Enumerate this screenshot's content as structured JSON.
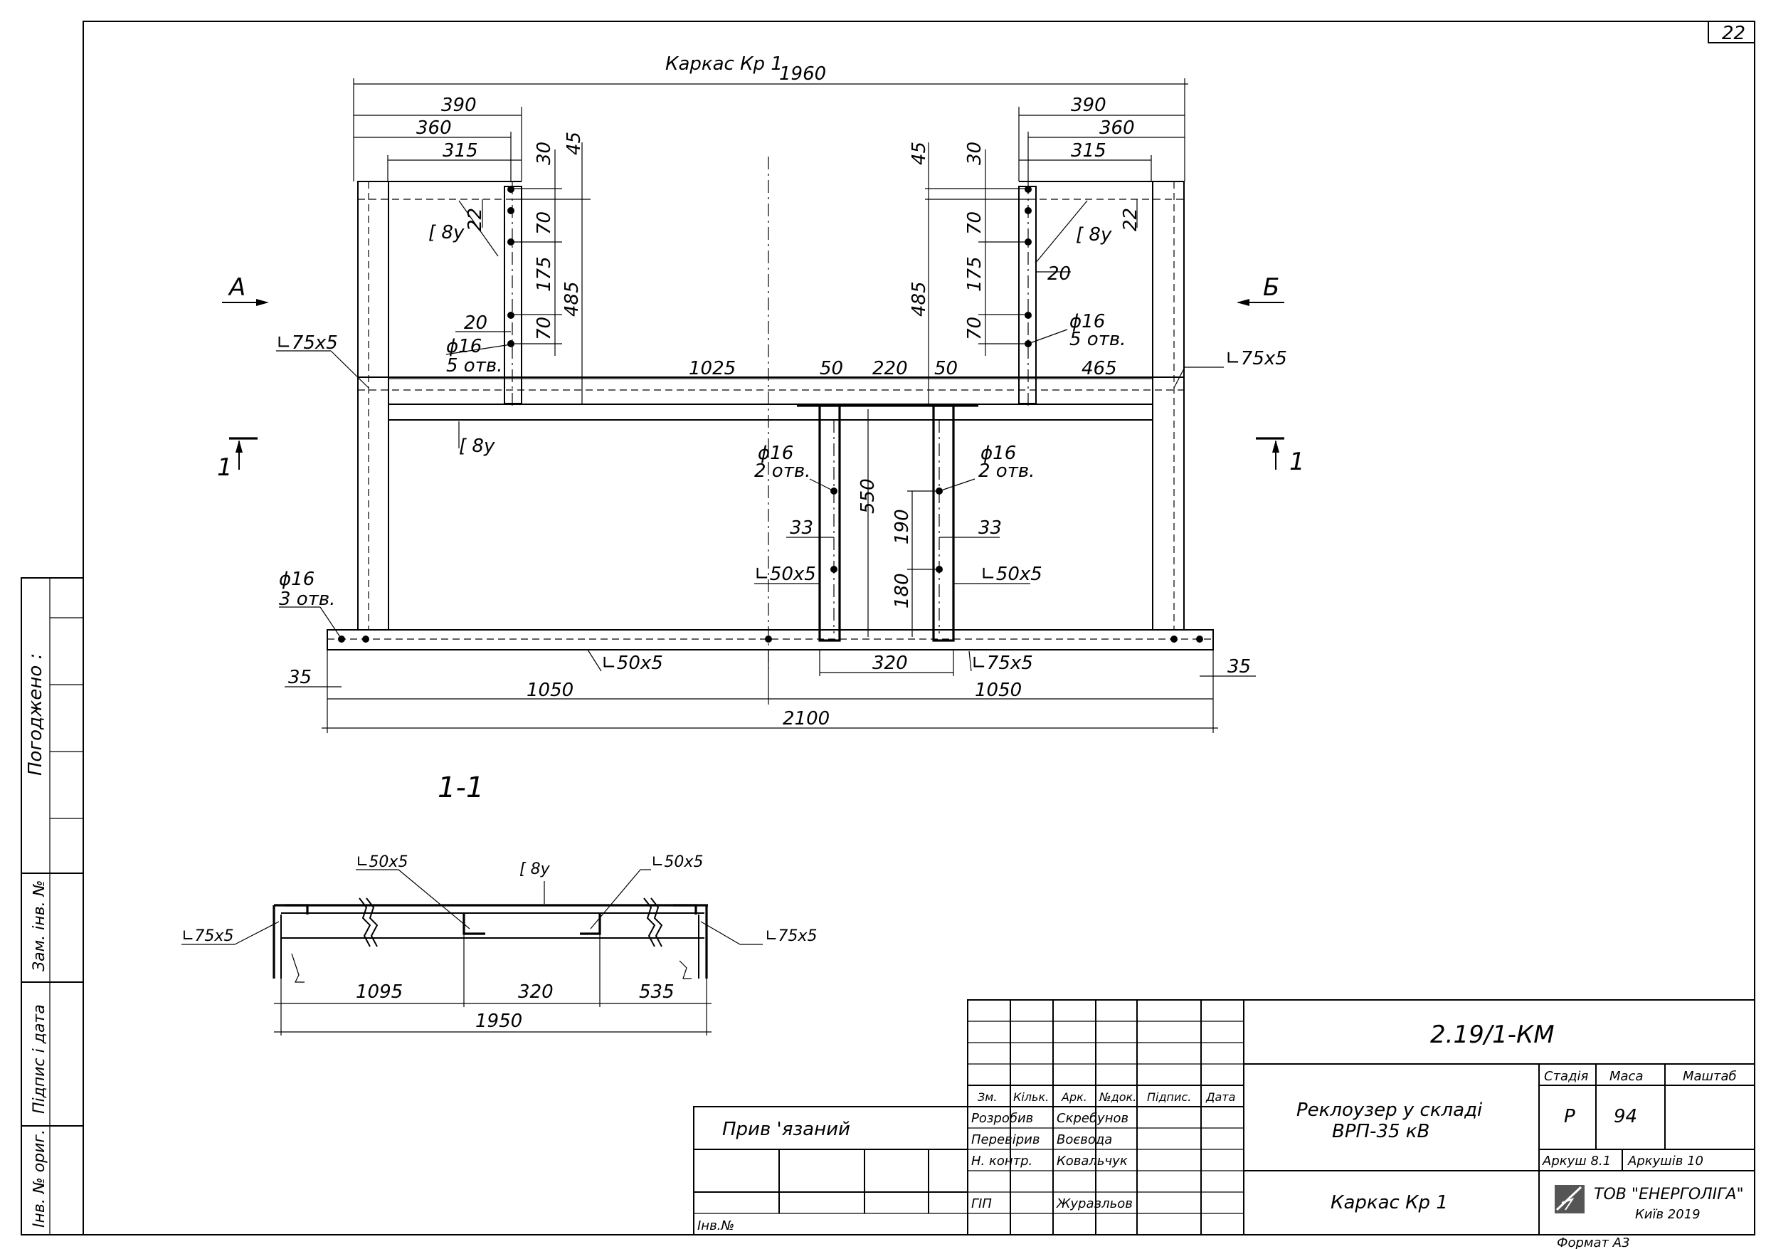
{
  "sheet_number": "22",
  "drawing_title": "Каркас Кр 1",
  "section_title": "1-1",
  "view_markers": {
    "a": "А",
    "b": "Б",
    "cut_left": "1",
    "cut_right": "1"
  },
  "dims_top": {
    "overall": "1960",
    "left_390": "390",
    "left_360": "360",
    "left_315": "315",
    "right_390": "390",
    "right_360": "360",
    "right_315": "315",
    "v30_left": "30",
    "v45_left": "45",
    "v30_right": "30",
    "v45_right": "45",
    "v22_left": "22",
    "v22_right": "22",
    "v70a_left": "70",
    "v175_left": "175",
    "v70b_left": "70",
    "v485_left": "485",
    "v485_right": "485",
    "v70a_right": "70",
    "v175_right": "175",
    "v70b_right": "70",
    "h20_left": "20",
    "h20_right": "20"
  },
  "dims_mid": {
    "d1025": "1025",
    "d50a": "50",
    "d220": "220",
    "d50b": "50",
    "d465": "465",
    "v550": "550",
    "v190": "190",
    "v180": "180",
    "h33a": "33",
    "h33b": "33"
  },
  "dims_bottom": {
    "d35l": "35",
    "d1050l": "1050",
    "d320": "320",
    "d1050r": "1050",
    "d35r": "35",
    "d2100": "2100"
  },
  "section_dims": {
    "d1095": "1095",
    "d320": "320",
    "d535": "535",
    "d1950": "1950"
  },
  "labels": {
    "ch8u_1": "[ 8у",
    "ch8u_2": "[ 8у",
    "ch8u_3": "[ 8у",
    "ch8u_4": "[ 8у",
    "l75_left": "∟75х5",
    "l75_right": "∟75х5",
    "hole16_5_left": "ϕ16",
    "hole16_5_left_n": "5 отв.",
    "hole16_5_right": "ϕ16",
    "hole16_5_right_n": "5 отв.",
    "hole16_2_left": "ϕ16",
    "hole16_2_left_n": "2 отв.",
    "hole16_2_right": "ϕ16",
    "hole16_2_right_n": "2 отв.",
    "hole16_3": "ϕ16",
    "hole16_3_n": "3 отв.",
    "l50_left": "∟50х5",
    "l50_right": "∟50х5",
    "l50_bottom": "∟50х5",
    "l75_bottom": "∟75х5",
    "s_l50_left": "∟50х5",
    "s_l50_right": "∟50х5",
    "s_ch8u": "[ 8у",
    "s_l75_left": "∟75х5",
    "s_l75_right": "∟75х5"
  },
  "side_stamp": {
    "agreed": "Погоджено :",
    "inv_zam": "Зам. інв. №",
    "sign_date": "Підпис і дата",
    "inv_orig": "Інв. № ориг."
  },
  "title_block": {
    "bound": "Прив 'язаний",
    "inv_no": "Інв.№",
    "doc_code": "2.19/1-КМ",
    "headers": {
      "zm": "Зм.",
      "kilk": "Кільк.",
      "ark": "Арк.",
      "ndoc": "№док.",
      "pidpys": "Підпис.",
      "data": "Дата"
    },
    "roles": [
      {
        "role": "Розробив",
        "name": "Скребунов"
      },
      {
        "role": "Перевірив",
        "name": "Воєвода"
      },
      {
        "role": "Н. контр.",
        "name": "Ковальчук"
      },
      {
        "role": "ГІП",
        "name": "Журавльов"
      }
    ],
    "project_line1": "Реклоузер у складі",
    "project_line2": "ВРП-35  кВ",
    "sheet_title": "Каркас Кр 1",
    "stage_label": "Стадія",
    "mass_label": "Маса",
    "scale_label": "Маштаб",
    "stage": "Р",
    "mass": "94",
    "sheet_label": "Аркуш  8.1",
    "sheets_label": "Аркушів  10",
    "company": "ТОВ  \"ЕНЕРГОЛІГА\"",
    "city": "Київ  2019",
    "format": "Формат А3"
  }
}
